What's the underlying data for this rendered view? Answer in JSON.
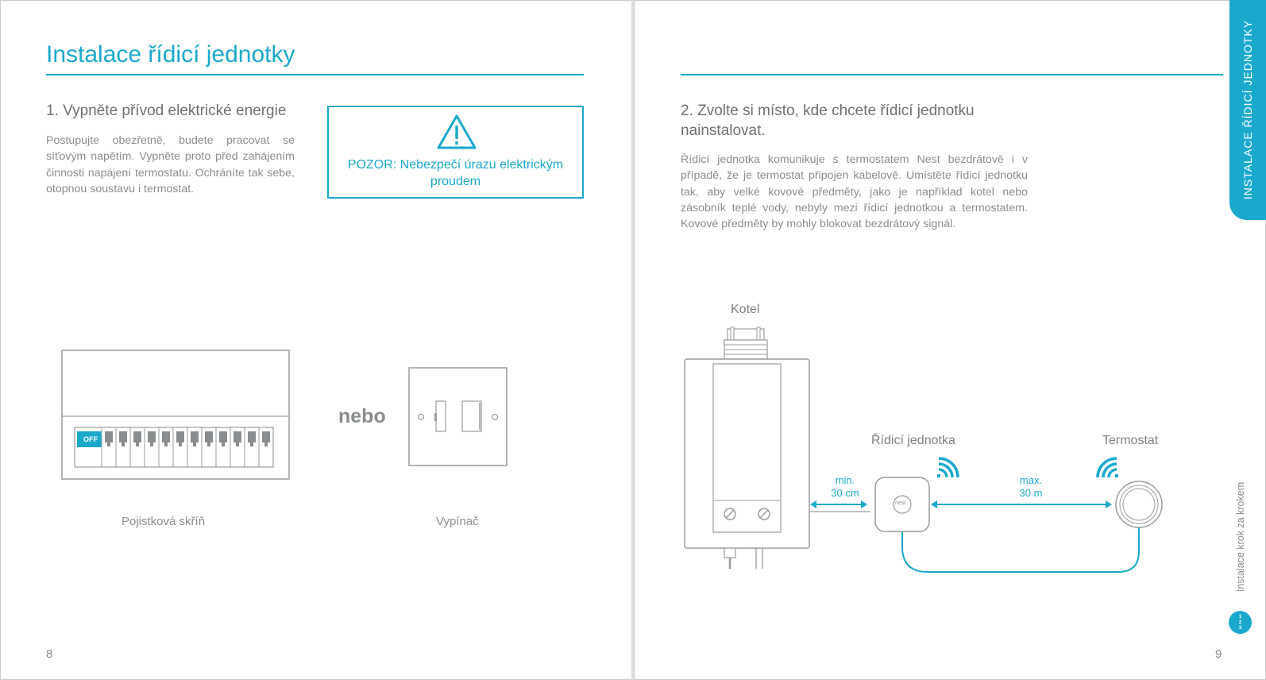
{
  "left_page": {
    "title": "Instalace řídicí jednotky",
    "step1_heading": "1. Vypněte přívod elektrické energie",
    "step1_text": "Postupujte obezřetně, budete pracovat se síťovým napětím. Vypněte proto před zahájením činnosti napájení termostatu. Ochráníte tak sebe, otopnou soustavu i termostat.",
    "warning_text": "POZOR: Nebezpečí úrazu elektrickým proudem",
    "fuse_off_label": "OFF",
    "or_word": "nebo",
    "fuse_caption": "Pojistková skříň",
    "switch_caption": "Vypínač",
    "page_number": "8"
  },
  "right_page": {
    "step2_heading": "2. Zvolte si místo, kde chcete řídicí jednotku nainstalovat.",
    "step2_text": "Řídicí jednotka komunikuje s termostatem Nest bezdrátově i v případě, že je termostat připojen kabelově. Umístěte řídicí jednotku tak, aby velké kovové předměty, jako je například kotel nebo zásobník teplé vody, nebyly mezi řídicí jednotkou a termostatem. Kovové předměty by mohly blokovat bezdrátový signál.",
    "boiler_label": "Kotel",
    "controller_label": "Řídicí jednotka",
    "thermostat_label": "Termostat",
    "min_distance": "min.",
    "min_value": "30 cm",
    "max_distance": "max.",
    "max_value": "30 m",
    "nest_logo": "nest",
    "side_tab": "INSTALACE ŘÍDICÍ JEDNOTKY",
    "side_label": "Instalace krok za krokem",
    "badge_lines": [
      "1",
      "2",
      "3"
    ],
    "page_number": "9"
  },
  "colors": {
    "accent": "#1aa9cc",
    "text": "#8a8d90",
    "line": "#9a9c9e"
  },
  "icons": [
    "warning-triangle-icon",
    "wifi-signal-icon"
  ]
}
